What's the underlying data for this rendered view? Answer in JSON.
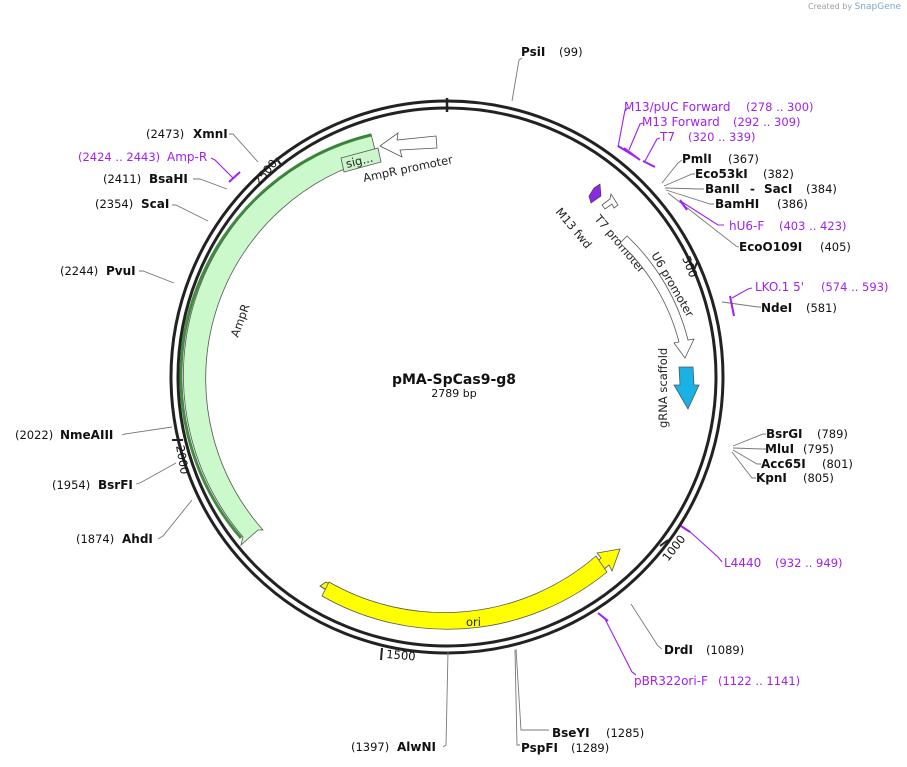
{
  "watermark": {
    "prefix": "Created by",
    "brand": "SnapGene"
  },
  "plasmid": {
    "name": "pMA-SpCas9-g8",
    "size": "2789 bp",
    "length": 2789
  },
  "ruler_ticks": [
    "500",
    "1000",
    "1500",
    "2000",
    "2500"
  ],
  "enzymes": [
    {
      "name": "PsiI",
      "pos": "(99)"
    },
    {
      "name": "PmlI",
      "pos": "(367)"
    },
    {
      "name": "Eco53kI",
      "pos": "(382)"
    },
    {
      "name": "BanII",
      "pos": ""
    },
    {
      "name": "SacI",
      "pos": "(384)"
    },
    {
      "name": "BamHI",
      "pos": "(386)"
    },
    {
      "name": "EcoO109I",
      "pos": "(405)"
    },
    {
      "name": "NdeI",
      "pos": "(581)"
    },
    {
      "name": "BsrGI",
      "pos": "(789)"
    },
    {
      "name": "MluI",
      "pos": "(795)"
    },
    {
      "name": "Acc65I",
      "pos": "(801)"
    },
    {
      "name": "KpnI",
      "pos": "(805)"
    },
    {
      "name": "DrdI",
      "pos": "(1089)"
    },
    {
      "name": "BseYI",
      "pos": "(1285)"
    },
    {
      "name": "PspFI",
      "pos": "(1289)"
    },
    {
      "name": "AlwNI",
      "pos": "(1397)"
    },
    {
      "name": "AhdI",
      "pos": "(1874)"
    },
    {
      "name": "BsrFI",
      "pos": "(1954)"
    },
    {
      "name": "NmeAIII",
      "pos": "(2022)"
    },
    {
      "name": "PvuI",
      "pos": "(2244)"
    },
    {
      "name": "ScaI",
      "pos": "(2354)"
    },
    {
      "name": "BsaHI",
      "pos": "(2411)"
    },
    {
      "name": "XmnI",
      "pos": "(2473)"
    }
  ],
  "primers": [
    {
      "name": "M13/pUC Forward",
      "range": "(278 .. 300)"
    },
    {
      "name": "M13 Forward",
      "range": "(292 .. 309)"
    },
    {
      "name": "T7",
      "range": "(320 .. 339)"
    },
    {
      "name": "hU6-F",
      "range": "(403 .. 423)"
    },
    {
      "name": "LKO.1 5'",
      "range": "(574 .. 593)"
    },
    {
      "name": "L4440",
      "range": "(932 .. 949)"
    },
    {
      "name": "pBR322ori-F",
      "range": "(1122 .. 1141)"
    },
    {
      "name": "Amp-R",
      "range": "(2424 .. 2443)"
    }
  ],
  "features": [
    {
      "name": "AmpR promoter",
      "color": "#ffffff"
    },
    {
      "name": "sig...",
      "color": "#ccf5cc"
    },
    {
      "name": "AmpR",
      "color": "#ccf9cc"
    },
    {
      "name": "M13 fwd",
      "color": "#8a2be2"
    },
    {
      "name": "T7 promoter",
      "color": "#ffffff"
    },
    {
      "name": "U6 promoter",
      "color": "#ffffff"
    },
    {
      "name": "gRNA scaffold",
      "color": "#1ab2e6"
    },
    {
      "name": "ori",
      "color": "#ffff00"
    }
  ],
  "colors": {
    "primer": "#a020f0",
    "backbone": "#222222"
  }
}
